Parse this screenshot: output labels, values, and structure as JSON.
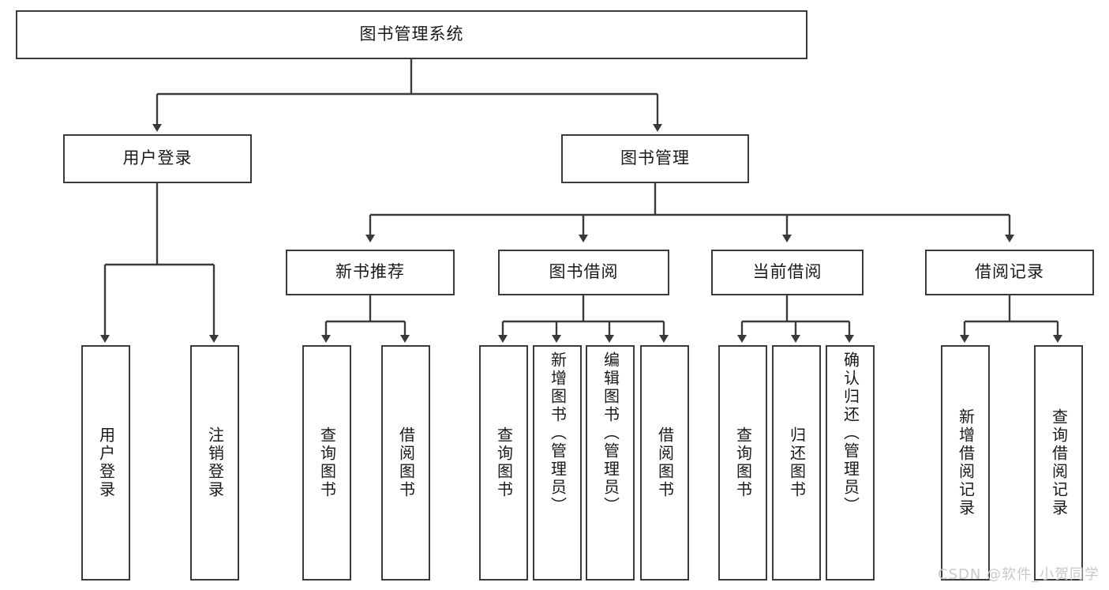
{
  "diagram": {
    "title": "图书管理系统",
    "type": "tree-hierarchy",
    "root": {
      "id": "root",
      "label": "图书管理系统",
      "level": 0
    },
    "level1": [
      {
        "id": "user-login",
        "label": "用户登录"
      },
      {
        "id": "book-manage",
        "label": "图书管理"
      }
    ],
    "level2": [
      {
        "id": "new-book-rec",
        "label": "新书推荐",
        "parent": "book-manage"
      },
      {
        "id": "book-borrow",
        "label": "图书借阅",
        "parent": "book-manage"
      },
      {
        "id": "current-borrow",
        "label": "当前借阅",
        "parent": "book-manage"
      },
      {
        "id": "borrow-record",
        "label": "借阅记录",
        "parent": "book-manage"
      }
    ],
    "leaves": [
      {
        "id": "leaf-user-login",
        "label": "用户登录",
        "parent": "user-login"
      },
      {
        "id": "leaf-logout-login",
        "label": "注销登录",
        "parent": "user-login"
      },
      {
        "id": "leaf-query-book-1",
        "label": "查询图书",
        "parent": "new-book-rec"
      },
      {
        "id": "leaf-borrow-book-1",
        "label": "借阅图书",
        "parent": "new-book-rec"
      },
      {
        "id": "leaf-query-book-2",
        "label": "查询图书",
        "parent": "book-borrow"
      },
      {
        "id": "leaf-add-book",
        "label": "新增图书（管理员）",
        "parent": "book-borrow"
      },
      {
        "id": "leaf-edit-book",
        "label": "编辑图书（管理员）",
        "parent": "book-borrow"
      },
      {
        "id": "leaf-borrow-book-2",
        "label": "借阅图书",
        "parent": "book-borrow"
      },
      {
        "id": "leaf-query-book-3",
        "label": "查询图书",
        "parent": "current-borrow"
      },
      {
        "id": "leaf-return-book",
        "label": "归还图书",
        "parent": "current-borrow"
      },
      {
        "id": "leaf-confirm-return",
        "label": "确认归还（管理员）",
        "parent": "current-borrow"
      },
      {
        "id": "leaf-add-record",
        "label": "新增借阅记录",
        "parent": "borrow-record"
      },
      {
        "id": "leaf-query-record",
        "label": "查询借阅记录",
        "parent": "borrow-record"
      }
    ],
    "colors": {
      "box_border": "#3a3a3a",
      "box_fill": "#ffffff",
      "connector": "#3a3a3a",
      "text": "#1a1a1a",
      "watermark": "#c9c9c9",
      "background": "#ffffff"
    }
  },
  "watermark": {
    "text": "CSDN @软件_小贺同学"
  }
}
